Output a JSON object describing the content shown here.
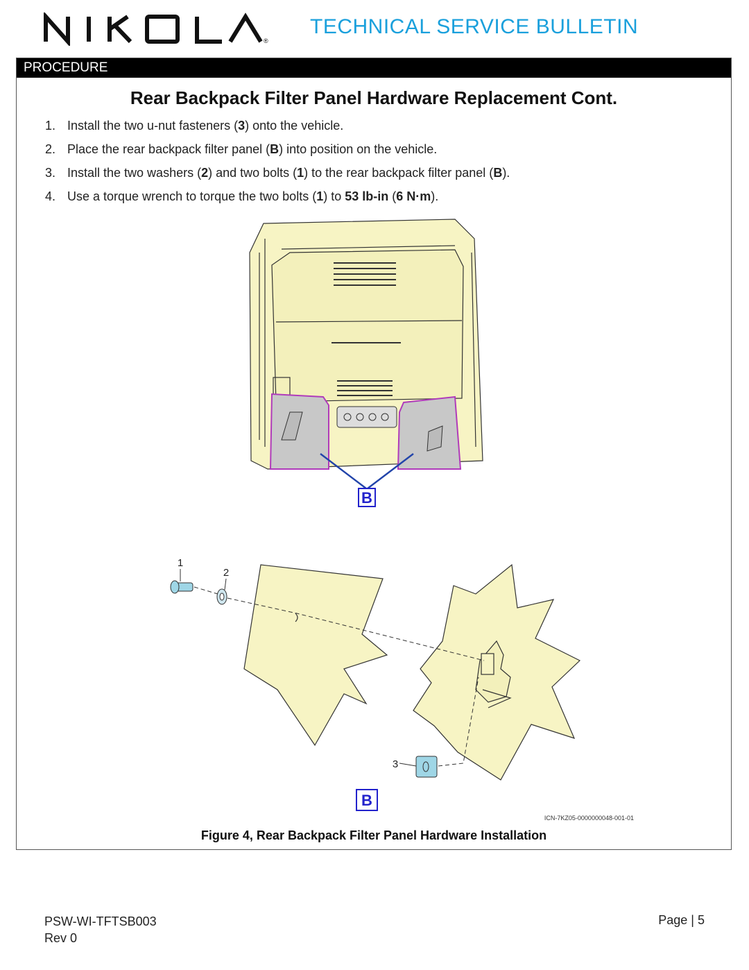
{
  "header": {
    "logo_text": "NIKOLA",
    "bulletin_title": "TECHNICAL SERVICE BULLETIN"
  },
  "section": "PROCEDURE",
  "title": "Rear Backpack Filter Panel Hardware Replacement Cont.",
  "steps": [
    {
      "num": "1.",
      "parts": [
        "Install the two u-nut fasteners (",
        "3",
        ") onto the vehicle."
      ]
    },
    {
      "num": "2.",
      "parts": [
        "Place the rear backpack filter panel (",
        "B",
        ") into position on the vehicle."
      ]
    },
    {
      "num": "3.",
      "parts": [
        "Install the two washers (",
        "2",
        ") and two bolts (",
        "1",
        ") to the rear backpack filter panel (",
        "B",
        ")."
      ]
    },
    {
      "num": "4.",
      "parts": [
        "Use a torque wrench to torque the two bolts (",
        "1",
        ") to ",
        "53 lb-in",
        " (",
        "6 N·m",
        ")."
      ]
    }
  ],
  "figure": {
    "callouts": {
      "b": "B",
      "one": "1",
      "two": "2",
      "three": "3"
    },
    "icn": "ICN-7KZ05-0000000048-001-01",
    "caption": "Figure 4, Rear Backpack Filter Panel Hardware Installation"
  },
  "footer": {
    "doc_id": "PSW-WI-TFTSB003",
    "rev": "Rev 0",
    "page": "Page | 5"
  },
  "colors": {
    "accent": "#1aa0dc",
    "panel_fill": "#f7f4c4",
    "panel_outline": "#b03bbb",
    "callout": "#2222cc"
  }
}
